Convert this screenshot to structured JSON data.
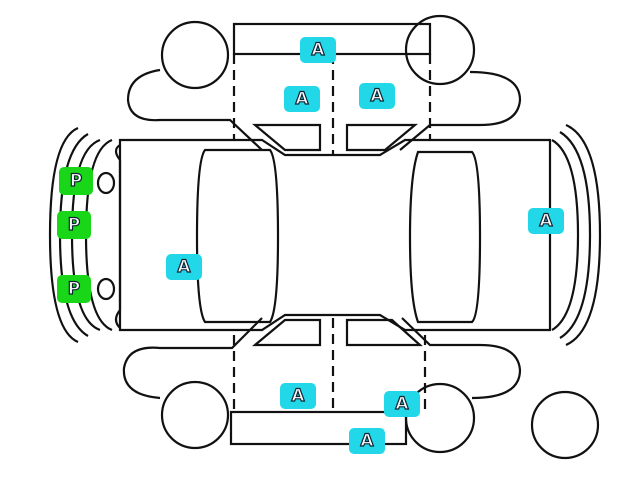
{
  "colors": {
    "A": "#22d8e8",
    "P": "#19d619",
    "line": "#111111"
  },
  "markers": [
    {
      "code": "A",
      "label": "A",
      "location": "left-side-rocker"
    },
    {
      "code": "A",
      "label": "A",
      "location": "left-rear-door"
    },
    {
      "code": "A",
      "label": "A",
      "location": "left-front-door"
    },
    {
      "code": "A",
      "label": "A",
      "location": "front-bumper"
    },
    {
      "code": "A",
      "label": "A",
      "location": "trunk"
    },
    {
      "code": "A",
      "label": "A",
      "location": "right-rear-door"
    },
    {
      "code": "A",
      "label": "A",
      "location": "right-front-fender"
    },
    {
      "code": "A",
      "label": "A",
      "location": "right-side-rocker"
    },
    {
      "code": "P",
      "label": "P",
      "location": "rear-bumper-upper"
    },
    {
      "code": "P",
      "label": "P",
      "location": "rear-bumper-middle"
    },
    {
      "code": "P",
      "label": "P",
      "location": "rear-bumper-lower"
    }
  ]
}
